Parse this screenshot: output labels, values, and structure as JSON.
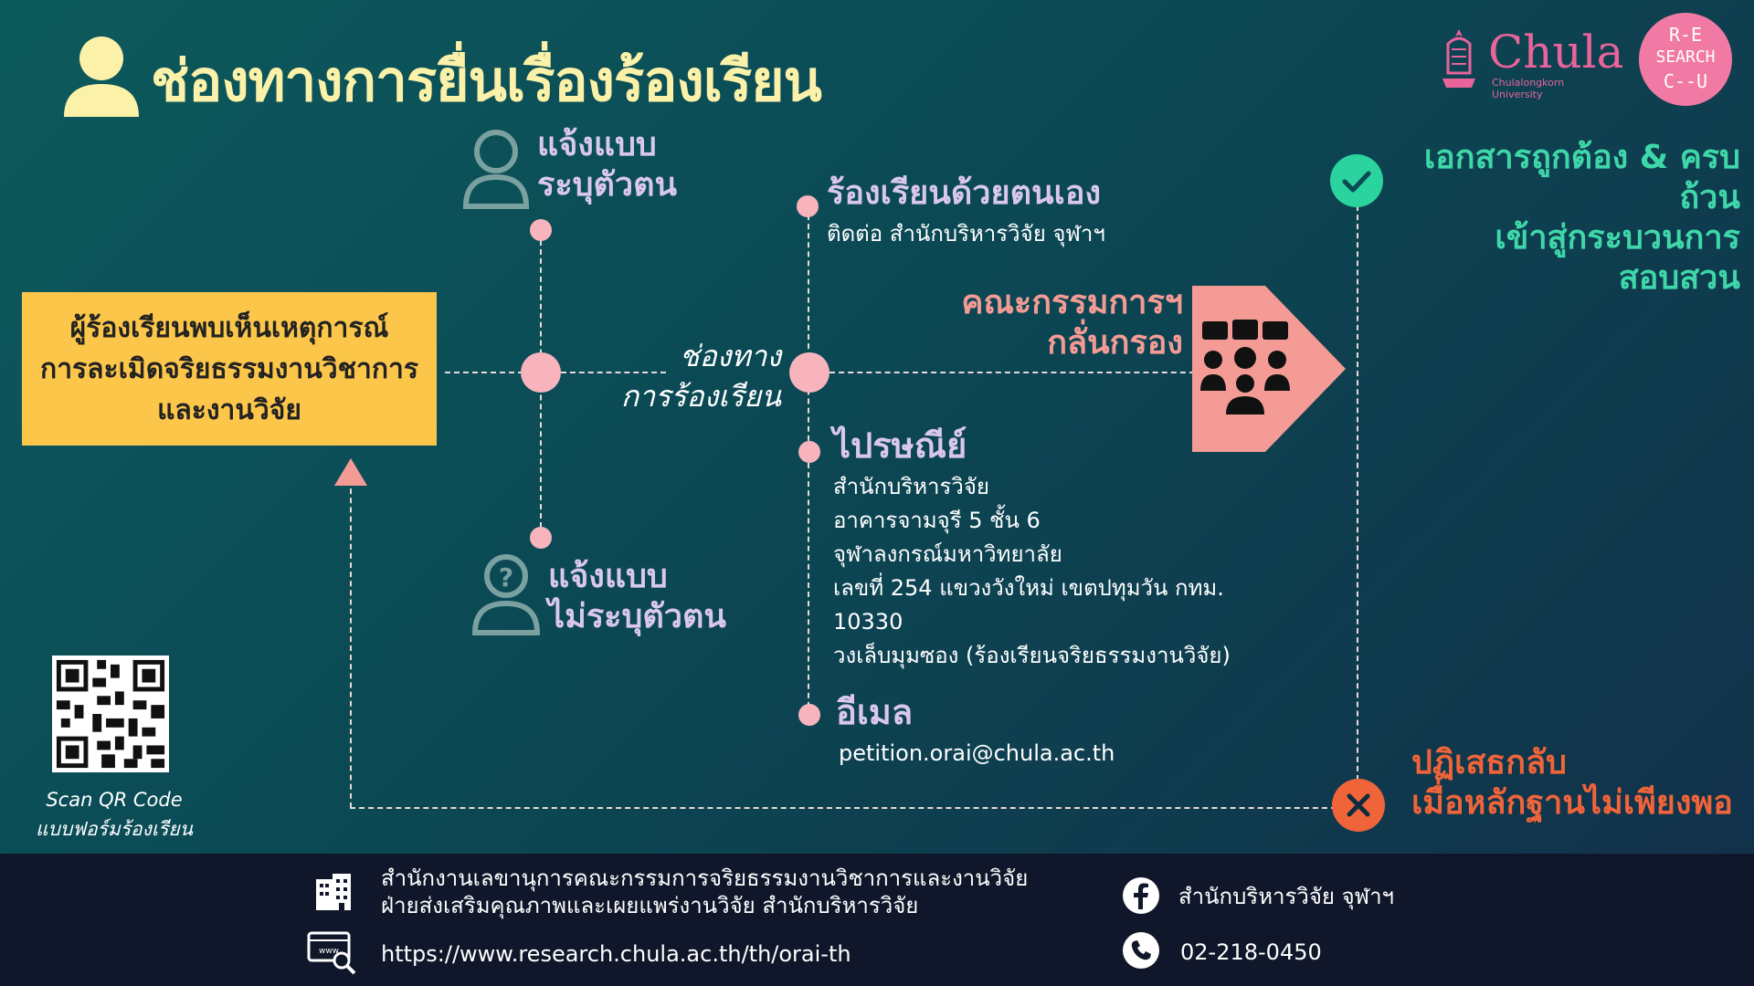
{
  "header": {
    "title": "ช่องทางการยื่นเรื่องร้องเรียน"
  },
  "logos": {
    "chula_name": "Chula",
    "chula_sub": "Chulalongkorn University",
    "research_line1": "R-E",
    "research_line2": "SEARCH",
    "research_line3": "C--U"
  },
  "identified": {
    "line1": "แจ้งแบบ",
    "line2": "ระบุตัวตน"
  },
  "anonymous": {
    "line1": "แจ้งแบบ",
    "line2": "ไม่ระบุตัวตน"
  },
  "complainant_box": {
    "line1": "ผู้ร้องเรียนพบเห็นเหตุการณ์",
    "line2": "การละเมิดจริยธรรมงานวิชาการ",
    "line3": "และงานวิจัย"
  },
  "channel": {
    "line1": "ช่องทาง",
    "line2": "การร้องเรียน"
  },
  "in_person": {
    "title": "ร้องเรียนด้วยตนเอง",
    "detail": "ติดต่อ สำนักบริหารวิจัย จุฬาฯ"
  },
  "committee": {
    "line1": "คณะกรรมการฯ",
    "line2": "กลั่นกรอง",
    "icon": "group-meeting-icon"
  },
  "post": {
    "title": "ไปรษณีย์",
    "lines": [
      "สำนักบริหารวิจัย",
      "อาคารจามจุรี 5 ชั้น 6",
      "จุฬาลงกรณ์มหาวิทยาลัย",
      "เลขที่ 254 แขวงวังใหม่ เขตปทุมวัน กทม.",
      "10330",
      "วงเล็บมุมซอง (ร้องเรียนจริยธรรมงานวิจัย)"
    ]
  },
  "email": {
    "title": "อีเมล",
    "address": "petition.orai@chula.ac.th"
  },
  "accepted": {
    "line1": "เอกสารถูกต้อง & ครบถ้วน",
    "line2": "เข้าสู่กระบวนการสอบสวน"
  },
  "rejected": {
    "line1": "ปฏิเสธกลับ",
    "line2": "เมื่อหลักฐานไม่เพียงพอ"
  },
  "qr": {
    "caption1": "Scan QR Code",
    "caption2": "แบบฟอร์มร้องเรียน"
  },
  "footer": {
    "org_line1": "สำนักงานเลขานุการคณะกรรมการจริยธรรมงานวิชาการและงานวิจัย",
    "org_line2": "ฝ่ายส่งเสริมคุณภาพและเผยแพร่งานวิจัย สำนักบริหารวิจัย",
    "url": "https://www.research.chula.ac.th/th/orai-th",
    "facebook": "สำนักบริหารวิจัย จุฬาฯ",
    "phone": "02-218-0450"
  },
  "colors": {
    "title": "#fcf1a8",
    "pink": "#f59b95",
    "violet": "#d9c7ef",
    "teal": "#3fd7a9",
    "box": "#fcc64a",
    "reject": "#f0643a"
  }
}
